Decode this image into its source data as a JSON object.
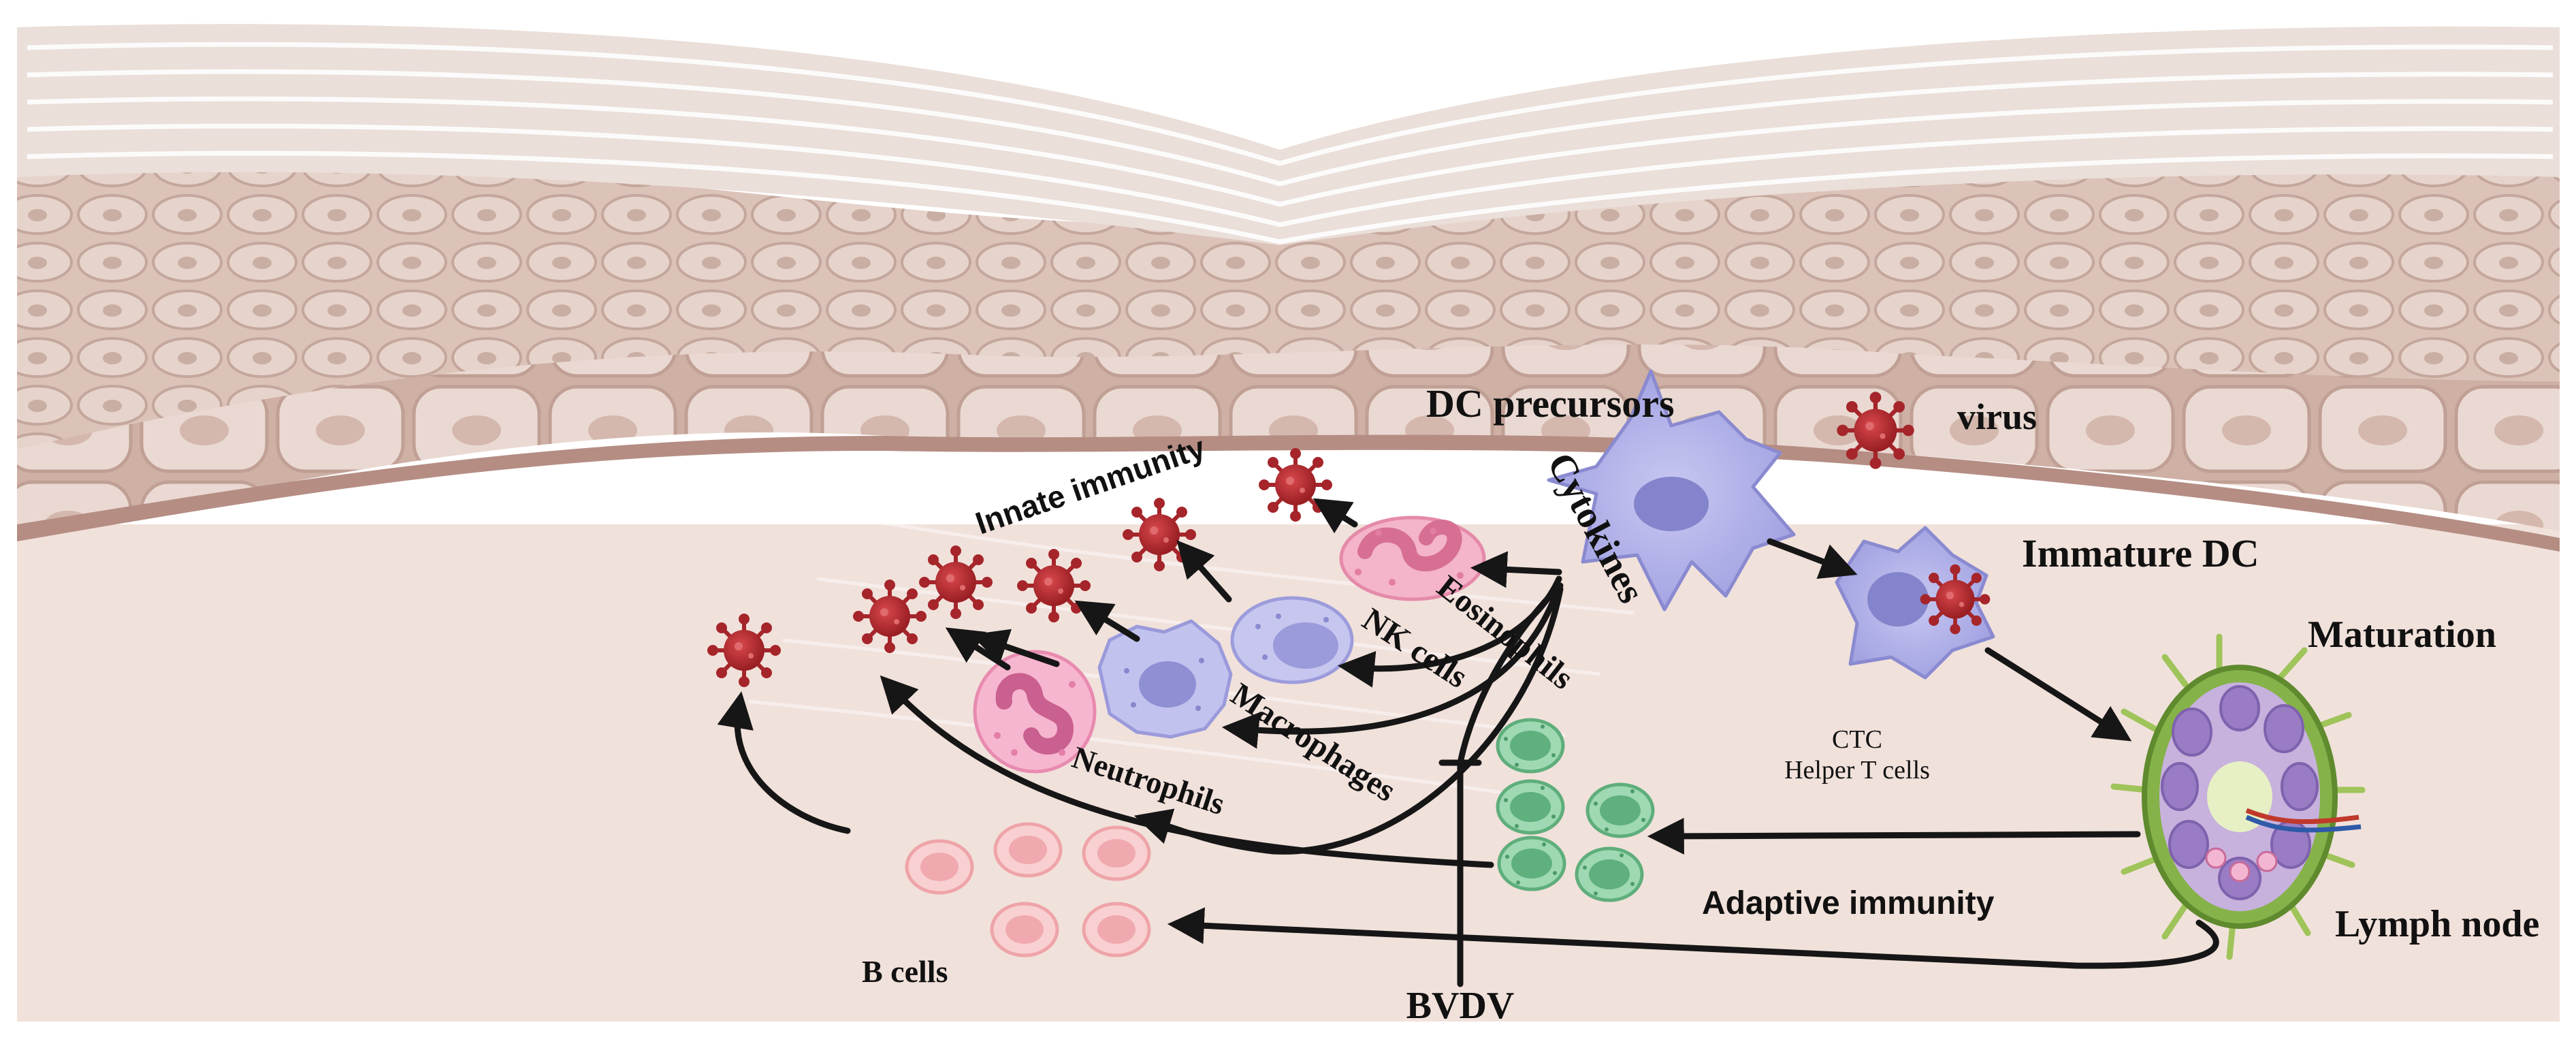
{
  "labels": {
    "dc_precursors": "DC precursors",
    "virus": "virus",
    "innate_immunity": "Innate immunity",
    "cytokines": "Cytokines",
    "immature_dc": "Immature DC",
    "maturation": "Maturation",
    "eosinophils": "Eosinophils",
    "nk_cells": "NK cells",
    "macrophages": "Macrophages",
    "neutrophils": "Neutrophils",
    "ctc": "CTC",
    "helper_t_cells": "Helper T cells",
    "adaptive_immunity": "Adaptive immunity",
    "lymph_node": "Lymph node",
    "b_cells": "B cells",
    "bvdv": "BVDV"
  },
  "colors": {
    "skin_light": "#e9d8d1",
    "skin_mid": "#d6bcb2",
    "skin_dark": "#b8968b",
    "dermis": "#f1e1db",
    "virus": "#b52b2f",
    "dc": "#b6b6ea",
    "eosinophil": "#f2a7c1",
    "t_cell": "#8fd1a6",
    "b_cell": "#f6c2c5",
    "lymph_node": "#7da943"
  }
}
